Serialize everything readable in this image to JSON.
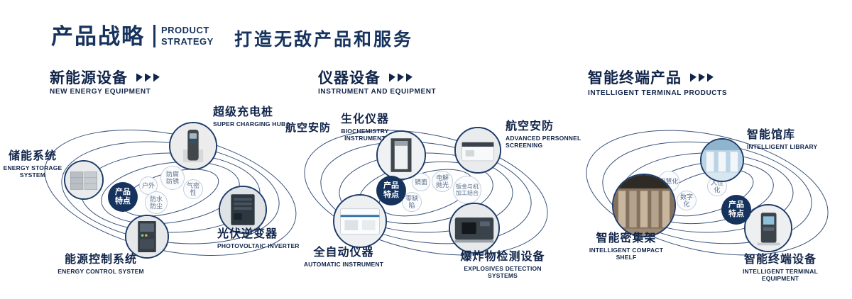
{
  "header": {
    "title_cn": "产品战略",
    "title_en_line1": "PRODUCT",
    "title_en_line2": "STRATEGY",
    "slogan": "打造无敌产品和服务"
  },
  "sections": [
    {
      "title_cn": "新能源设备",
      "title_en": "NEW ENERGY EQUIPMENT",
      "badge": "产品特点",
      "bubbles": [
        "户外",
        "防腐防锈",
        "气密性",
        "防水防尘"
      ],
      "products": [
        {
          "cn": "超级充电桩",
          "en": "SUPER CHARGING HUB"
        },
        {
          "cn": "储能系统",
          "en": "ENERGY STORAGE SYSTEM"
        },
        {
          "cn": "光伏逆变器",
          "en": "PHOTOVOLTAIC INVERTER"
        },
        {
          "cn": "能源控制系统",
          "en": "ENERGY CONTROL SYSTEM"
        }
      ]
    },
    {
      "title_cn": "仪器设备",
      "title_en": "INSTRUMENT AND EQUIPMENT",
      "badge": "产品特点",
      "extra_label": "航空安防",
      "bubbles": [
        "镜面",
        "电解抛光",
        "钣金与机加工结合",
        "零缺陷"
      ],
      "products": [
        {
          "cn": "生化仪器",
          "en": "BIOCHEMISTRY INSTRUMENT"
        },
        {
          "cn": "航空安防",
          "en": "ADVANCED PERSONNEL SCREENING"
        },
        {
          "cn": "全自动仪器",
          "en": "AUTOMATIC INSTRUMENT"
        },
        {
          "cn": "爆炸物检测设备",
          "en": "EXPLOSIVES DETECTION SYSTEMS"
        }
      ]
    },
    {
      "title_cn": "智能终端产品",
      "title_en": "INTELLIGENT TERMINAL PRODUCTS",
      "badge": "产品特点",
      "bubbles": [
        "智慧化",
        "人性化",
        "数字化"
      ],
      "products": [
        {
          "cn": "智能馆库",
          "en": "INTELLIGENT LIBRARY"
        },
        {
          "cn": "智能密集架",
          "en": "INTELLIGENT COMPACT SHELF"
        },
        {
          "cn": "智能终端设备",
          "en": "INTELLIGENT TERMINAL EQUIPMENT"
        }
      ]
    }
  ],
  "colors": {
    "navy": "#16335e",
    "ring": "#23406e"
  }
}
